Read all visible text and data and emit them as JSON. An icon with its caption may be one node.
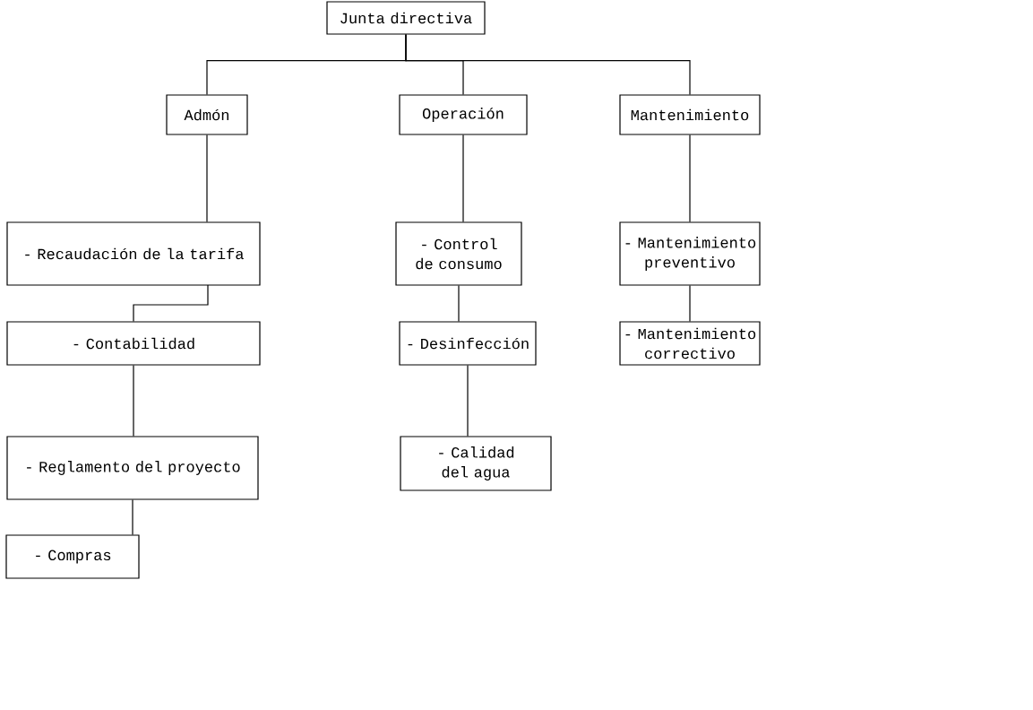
{
  "diagram": {
    "nodes": [
      {
        "text": [
          "Junta directiva"
        ]
      },
      {
        "text": [
          "Admón"
        ]
      },
      {
        "text": [
          "Operación"
        ]
      },
      {
        "text": [
          "Mantenimiento"
        ]
      },
      {
        "text": [
          "- Recaudación de la tarifa"
        ]
      },
      {
        "text": [
          "- Control de consumo"
        ]
      },
      {
        "text": [
          "- Mantenimiento preventivo"
        ]
      },
      {
        "text": [
          "- Contabilidad"
        ]
      },
      {
        "text": [
          "- Desinfección"
        ]
      },
      {
        "text": [
          "- Mantenimiento correctivo"
        ]
      },
      {
        "text": [
          "- Reglamento del proyecto"
        ]
      },
      {
        "text": [
          "- Calidad del agua"
        ]
      },
      {
        "text": [
          "- Compras"
        ]
      }
    ],
    "edges": [
      {
        "from": 0,
        "to": 1,
        "arrow": "none"
      },
      {
        "from": 0,
        "to": 2,
        "arrow": "none"
      },
      {
        "from": 0,
        "to": 3,
        "arrow": "none"
      },
      {
        "from": 1,
        "to": 4,
        "arrow": "none"
      },
      {
        "from": 4,
        "to": 7,
        "arrow": "none"
      },
      {
        "from": 7,
        "to": 10,
        "arrow": "none"
      },
      {
        "from": 10,
        "to": 12,
        "arrow": "none"
      },
      {
        "from": 2,
        "to": 5,
        "arrow": "none"
      },
      {
        "from": 5,
        "to": 8,
        "arrow": "none"
      },
      {
        "from": 8,
        "to": 11,
        "arrow": "none"
      },
      {
        "from": 3,
        "to": 6,
        "arrow": "none"
      },
      {
        "from": 6,
        "to": 9,
        "arrow": "none"
      }
    ]
  }
}
